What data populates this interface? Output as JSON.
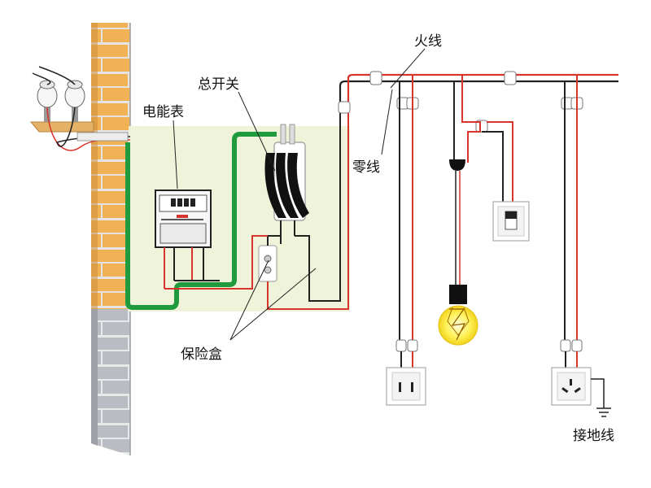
{
  "labels": {
    "live_wire": "火线",
    "main_switch": "总开关",
    "meter": "电能表",
    "neutral_wire": "零线",
    "fuse_box": "保险盒",
    "ground_wire": "接地线"
  },
  "colors": {
    "live": "#d9342b",
    "neutral": "#222222",
    "ground": "#1f9a3c",
    "panel": "#eef3d9",
    "brick": "#f1b255",
    "wall_gray": "#b9bcc3",
    "bulb": "#fff05a"
  }
}
